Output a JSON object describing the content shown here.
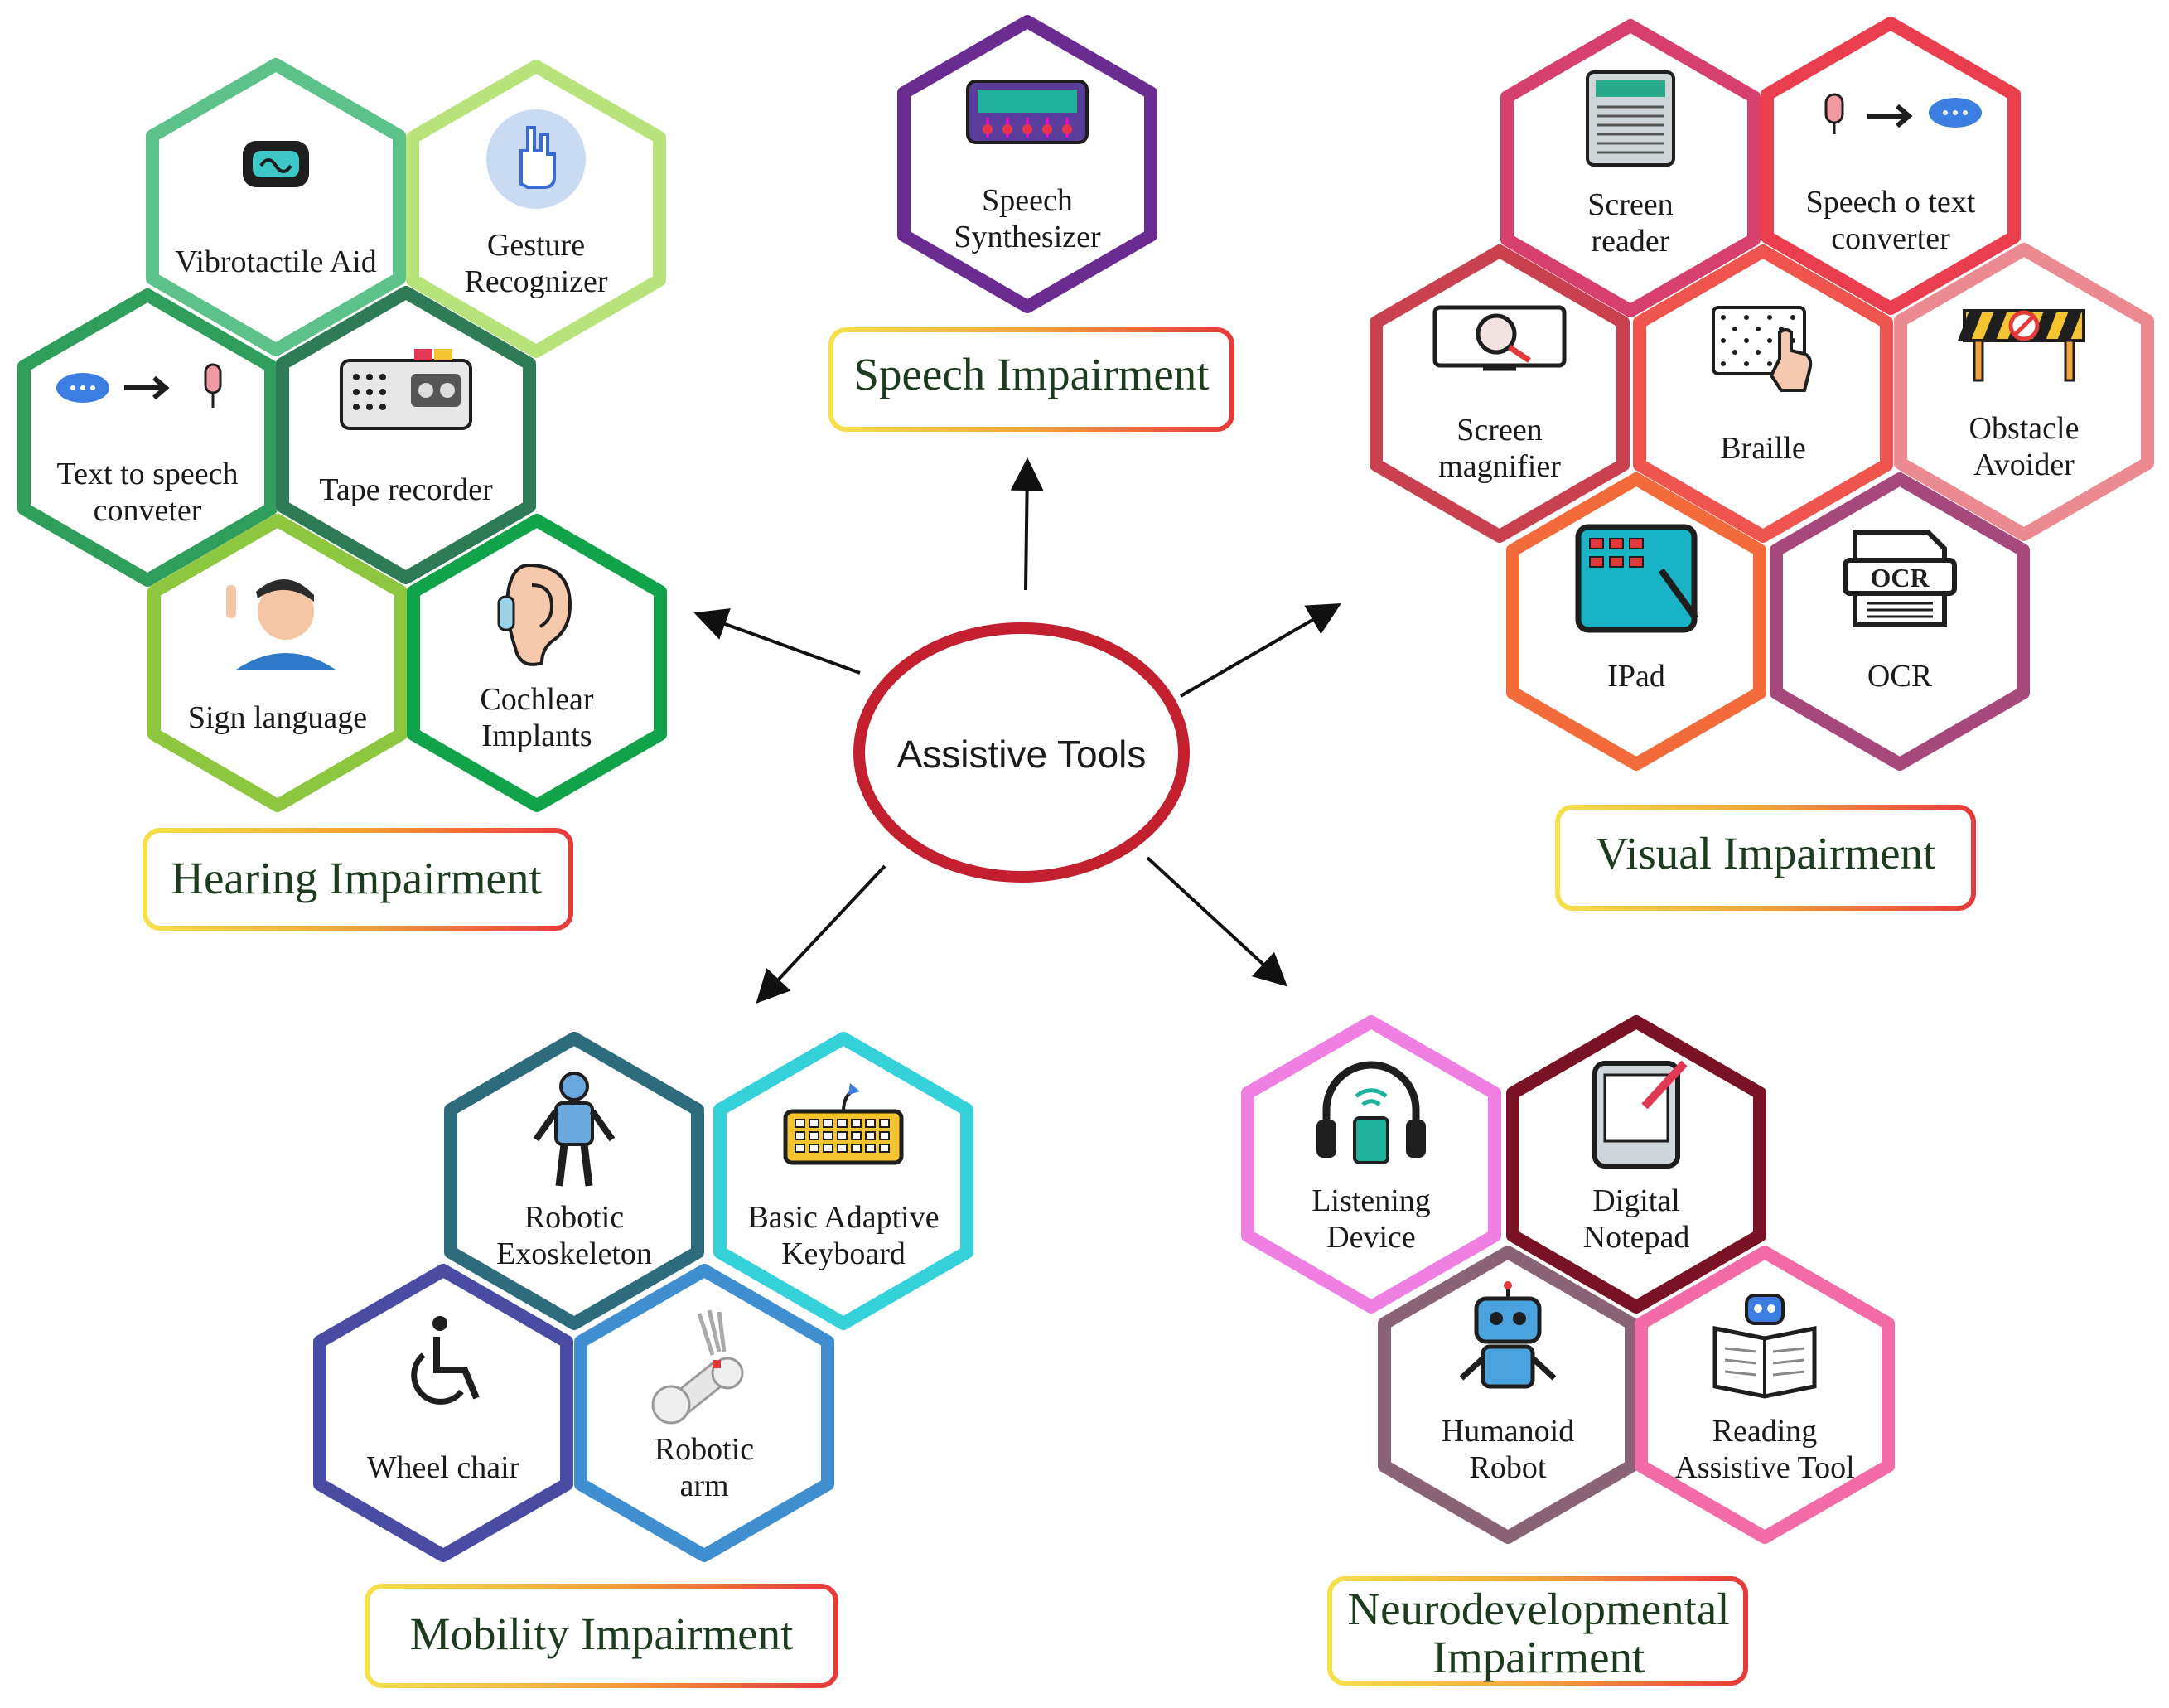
{
  "center": {
    "label": "Assistive Tools",
    "color": "#c21f2f"
  },
  "categories": {
    "speech": {
      "label": "Speech Impairment"
    },
    "hearing": {
      "label": "Hearing Impairment"
    },
    "visual": {
      "label": "Visual Impairment"
    },
    "mobility": {
      "label": "Mobility Impairment"
    },
    "neuro": {
      "label_line1": "Neurodevelopmental",
      "label_line2": "Impairment"
    }
  },
  "tools": {
    "speech_synthesizer": {
      "line1": "Speech",
      "line2": "Synthesizer",
      "icon": "synthesizer-icon",
      "color": "#6a2c91"
    },
    "vibrotactile_aid": {
      "line1": "Vibrotactile Aid",
      "icon": "vibrotactile-icon",
      "color": "#5cc28a"
    },
    "gesture_recognizer": {
      "line1": "Gesture",
      "line2": "Recognizer",
      "icon": "hand-gesture-icon",
      "color": "#b7e37a"
    },
    "text_to_speech": {
      "line1": "Text to speech",
      "line2": "conveter",
      "icon": "text-to-speech-icon",
      "color": "#2f9e5a"
    },
    "tape_recorder": {
      "line1": "Tape recorder",
      "icon": "tape-recorder-icon",
      "color": "#2f7a57"
    },
    "sign_language": {
      "line1": "Sign language",
      "icon": "sign-language-icon",
      "color": "#8dc63f"
    },
    "cochlear_implants": {
      "line1": "Cochlear",
      "line2": "Implants",
      "icon": "ear-icon",
      "color": "#10a34a"
    },
    "screen_reader": {
      "line1": "Screen",
      "line2": "reader",
      "icon": "screen-reader-icon",
      "color": "#d63f6e"
    },
    "speech_to_text": {
      "line1": "Speech o text",
      "line2": "converter",
      "icon": "speech-to-text-icon",
      "color": "#ea3e4e"
    },
    "screen_magnifier": {
      "line1": "Screen",
      "line2": "magnifier",
      "icon": "magnifier-icon",
      "color": "#c9404e"
    },
    "braille": {
      "line1": "Braille",
      "icon": "braille-icon",
      "color": "#f0544e"
    },
    "obstacle_avoider": {
      "line1": "Obstacle",
      "line2": "Avoider",
      "icon": "barrier-icon",
      "color": "#ec8a91"
    },
    "ipad": {
      "line1": "IPad",
      "icon": "tablet-icon",
      "color": "#f46b3b"
    },
    "ocr": {
      "line1": "OCR",
      "icon": "ocr-icon",
      "color": "#a7487c"
    },
    "robotic_exoskeleton": {
      "line1": "Robotic",
      "line2": "Exoskeleton",
      "icon": "exoskeleton-icon",
      "color": "#2e6b7c"
    },
    "adaptive_keyboard": {
      "line1": "Basic Adaptive",
      "line2": "Keyboard",
      "icon": "keyboard-icon",
      "color": "#34d1d9"
    },
    "wheel_chair": {
      "line1": "Wheel chair",
      "icon": "wheelchair-icon",
      "color": "#4a4ba3"
    },
    "robotic_arm": {
      "line1": "Robotic",
      "line2": "arm",
      "icon": "robotic-arm-icon",
      "color": "#3f8fd0"
    },
    "listening_device": {
      "line1": "Listening",
      "line2": "Device",
      "icon": "headphones-icon",
      "color": "#ef7fe0"
    },
    "digital_notepad": {
      "line1": "Digital",
      "line2": "Notepad",
      "icon": "notepad-icon",
      "color": "#7a1226"
    },
    "humanoid_robot": {
      "line1": "Humanoid",
      "line2": "Robot",
      "icon": "robot-icon",
      "color": "#8a6376"
    },
    "reading_tool": {
      "line1": "Reading",
      "line2": "Assistive Tool",
      "icon": "book-robot-icon",
      "color": "#f26ba7"
    }
  }
}
